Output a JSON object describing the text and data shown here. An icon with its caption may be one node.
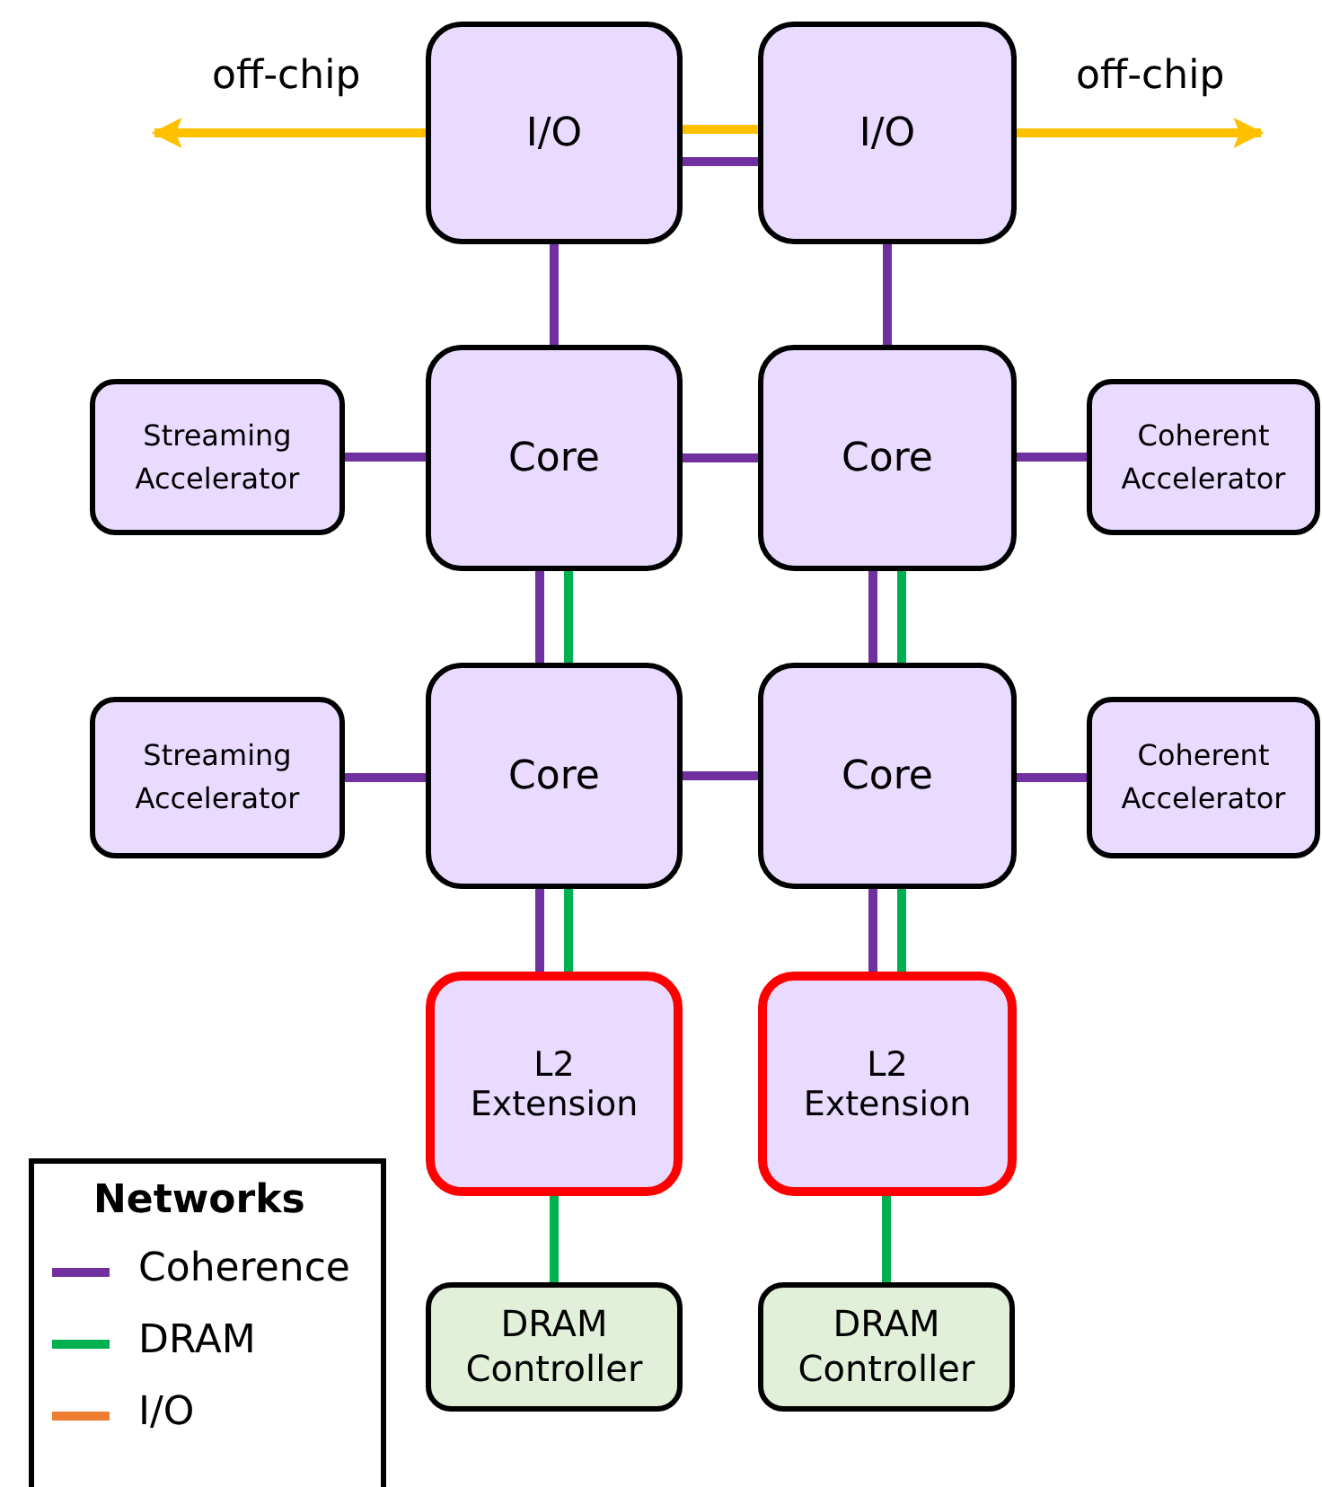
{
  "diagram": {
    "nodes": [
      {
        "text": [
          "I/O"
        ]
      },
      {
        "text": [
          "I/O"
        ]
      },
      {
        "text": [
          "Streaming Accelerator"
        ]
      },
      {
        "text": [
          "Core"
        ]
      },
      {
        "text": [
          "Core"
        ]
      },
      {
        "text": [
          "Coherent Accelerator"
        ]
      },
      {
        "text": [
          "Streaming Accelerator"
        ]
      },
      {
        "text": [
          "Core"
        ]
      },
      {
        "text": [
          "Core"
        ]
      },
      {
        "text": [
          "Coherent Accelerator"
        ]
      },
      {
        "text": [
          "L2 Extension"
        ]
      },
      {
        "text": [
          "L2 Extension"
        ]
      },
      {
        "text": [
          "DRAM Controller"
        ]
      },
      {
        "text": [
          "DRAM Controller"
        ]
      }
    ],
    "edges": [
      {
        "from": 0,
        "to": null,
        "arrow": "to",
        "label": "off-chip",
        "color": "#ffc000"
      },
      {
        "from": 1,
        "to": null,
        "arrow": "to",
        "label": "off-chip",
        "color": "#ffc000"
      },
      {
        "from": 0,
        "to": 1,
        "arrow": "none",
        "color": "#ffc000"
      },
      {
        "from": 0,
        "to": 1,
        "arrow": "none"
      },
      {
        "from": 0,
        "to": 3,
        "arrow": "none"
      },
      {
        "from": 1,
        "to": 4,
        "arrow": "none"
      },
      {
        "from": 2,
        "to": 3,
        "arrow": "none"
      },
      {
        "from": 3,
        "to": 4,
        "arrow": "none"
      },
      {
        "from": 4,
        "to": 5,
        "arrow": "none"
      },
      {
        "from": 3,
        "to": 7,
        "arrow": "none"
      },
      {
        "from": 3,
        "to": 7,
        "arrow": "none",
        "color": "#00b050"
      },
      {
        "from": 4,
        "to": 8,
        "arrow": "none"
      },
      {
        "from": 4,
        "to": 8,
        "arrow": "none",
        "color": "#00b050"
      },
      {
        "from": 6,
        "to": 7,
        "arrow": "none"
      },
      {
        "from": 7,
        "to": 8,
        "arrow": "none"
      },
      {
        "from": 8,
        "to": 9,
        "arrow": "none"
      },
      {
        "from": 7,
        "to": 10,
        "arrow": "none"
      },
      {
        "from": 7,
        "to": 10,
        "arrow": "none",
        "color": "#00b050"
      },
      {
        "from": 8,
        "to": 11,
        "arrow": "none"
      },
      {
        "from": 8,
        "to": 11,
        "arrow": "none",
        "color": "#00b050"
      },
      {
        "from": 10,
        "to": 12,
        "arrow": "none",
        "color": "#00b050"
      },
      {
        "from": 11,
        "to": 13,
        "arrow": "none",
        "color": "#00b050"
      }
    ],
    "labels": [
      "Networks"
    ],
    "legend": [
      {
        "text": "Coherence",
        "color": "#7030a0"
      },
      {
        "text": "DRAM",
        "color": "#00b050"
      },
      {
        "text": "I/O",
        "color": "#ed7d31"
      }
    ]
  }
}
